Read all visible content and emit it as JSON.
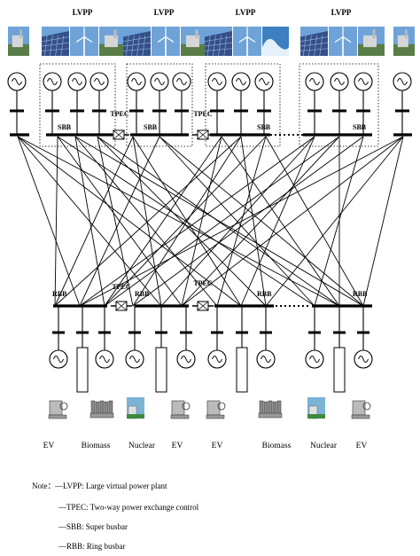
{
  "labels": {
    "lvpp": "LVPP",
    "sbb": "SBB",
    "tpec": "TPEC",
    "rbb": "RBB"
  },
  "top_groups": [
    {
      "label": "LVPP",
      "images": [
        "solar-panel",
        "wind-turbine",
        "plant"
      ]
    },
    {
      "label": "LVPP",
      "images": [
        "solar-panel",
        "wind-turbine",
        "plant"
      ]
    },
    {
      "label": "LVPP",
      "images": [
        "solar-panel",
        "wind-turbine",
        "wave"
      ]
    },
    {
      "label": "LVPP",
      "images": [
        "solar-panel",
        "wind-turbine",
        "plant"
      ]
    }
  ],
  "loads": [
    "EV",
    "Biomass",
    "Nuclear",
    "EV",
    "EV",
    "Biomass",
    "Nuclear",
    "EV"
  ],
  "notes": {
    "prefix": "Note：",
    "lines": [
      "—LVPP: Large virtual power plant",
      "—TPEC: Two-way power exchange control",
      "—SBB: Super busbar",
      "—RBB: Ring busbar"
    ]
  },
  "colors": {
    "line": "#000000",
    "sky": "#6fa3d8",
    "panel": "#33508a"
  }
}
